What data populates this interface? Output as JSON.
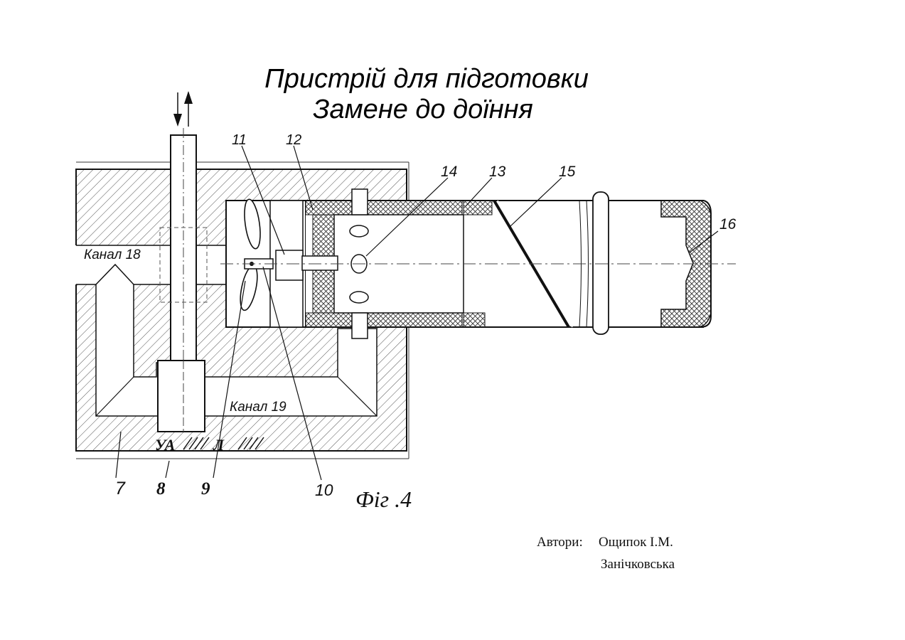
{
  "title": {
    "line1": "Пристрій для підготовки",
    "line2": "Замене до доїння"
  },
  "labels": {
    "canal18": "Канал 18",
    "canal19": "Канал 19",
    "mode_ua": "УА",
    "mode_l": "Л",
    "n7": "7",
    "n8": "8",
    "n9": "9",
    "n10": "10",
    "n11": "11",
    "n12": "12",
    "n13": "13",
    "n14": "14",
    "n15": "15",
    "n16": "16"
  },
  "figure_caption": "Фіг .4",
  "authors": {
    "label": "Автори:",
    "name1": "Ощипок І.М.",
    "name2": "Занічковська"
  }
}
